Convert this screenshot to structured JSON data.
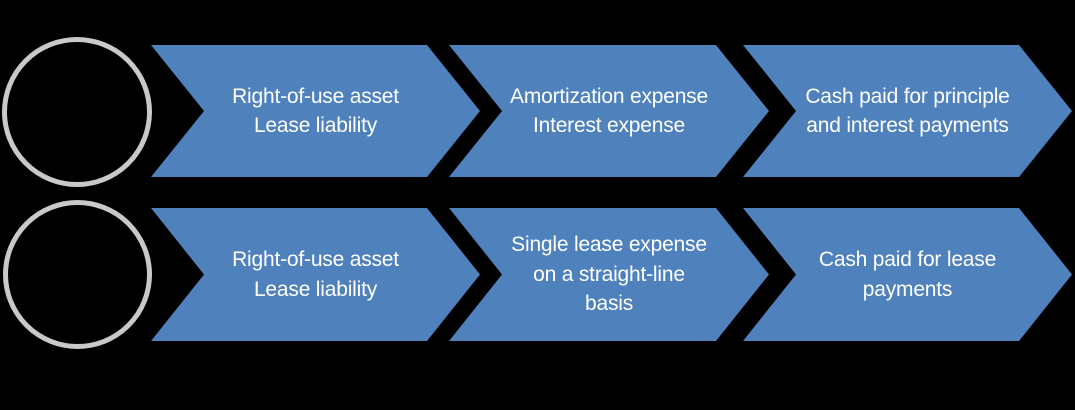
{
  "background_color": "#000000",
  "diagram": {
    "type": "chevron-process",
    "arrow_color": "#4F81BD",
    "text_color": "#FFFFFF",
    "circle_border_color": "#C9C9C9",
    "rows": [
      {
        "name": "row-1",
        "circle_label": "",
        "steps": [
          {
            "label": "Right-of-use asset\nLease liability"
          },
          {
            "label": "Amortization expense\nInterest expense"
          },
          {
            "label": "Cash paid for principle\nand interest payments"
          }
        ]
      },
      {
        "name": "row-2",
        "circle_label": "",
        "steps": [
          {
            "label": "Right-of-use asset\nLease liability"
          },
          {
            "label": "Single lease expense\non a straight-line\nbasis"
          },
          {
            "label": "Cash paid for lease\npayments"
          }
        ]
      }
    ]
  }
}
